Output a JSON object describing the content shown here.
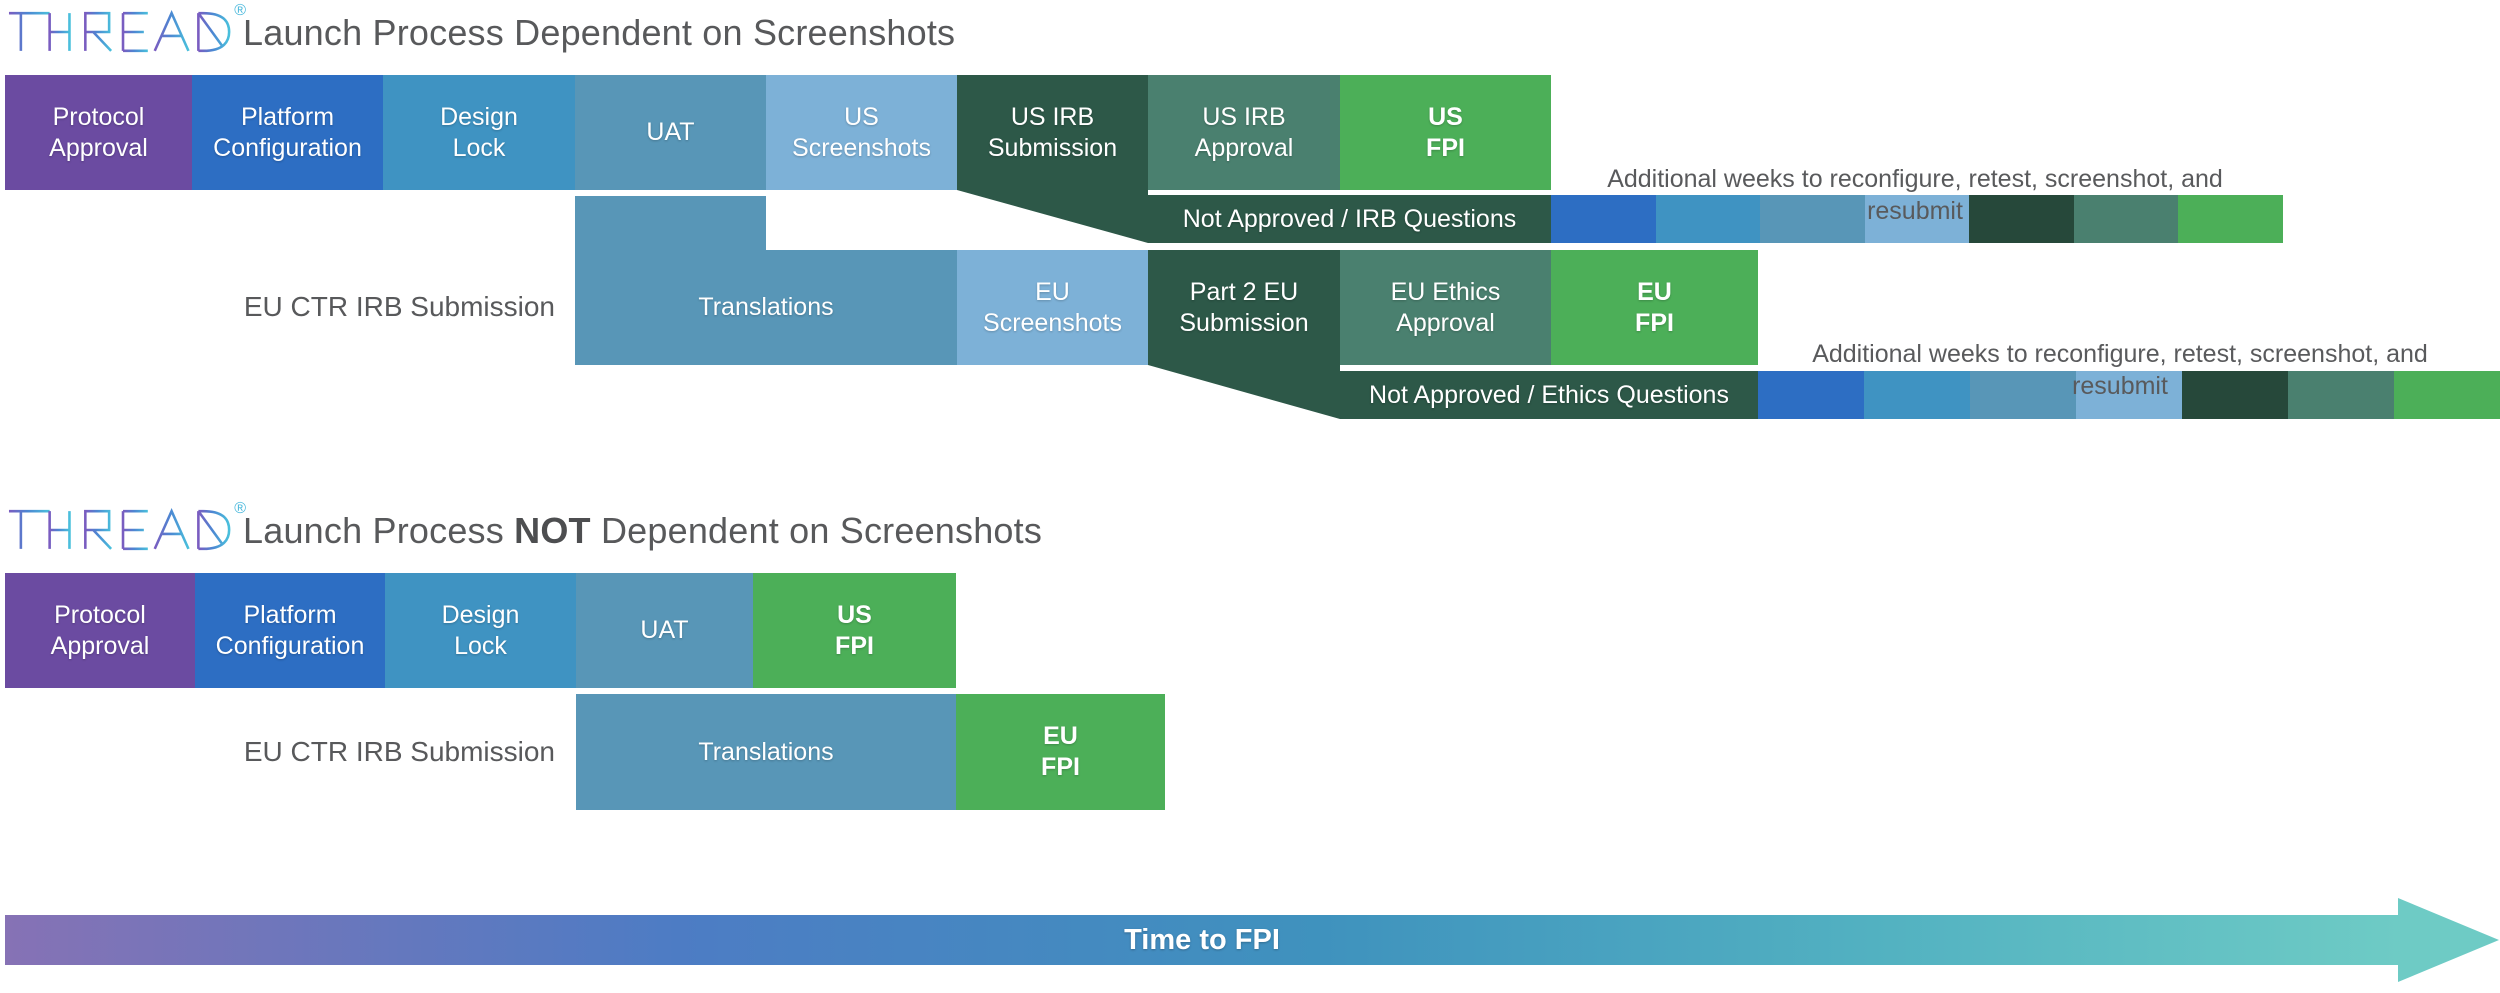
{
  "palette": {
    "purple": "#6b4ba1",
    "blue": "#2d6ec3",
    "teal": "#3f93c2",
    "slate_teal": "#5896b7",
    "light_blue": "#7db1d7",
    "dark_green": "#2d5848",
    "mini_dark_green": "#26483a",
    "sage_green": "#4a806f",
    "fpi_green": "#4caf58",
    "text_gray": "#58595b",
    "arrow_gradient_start": "#8672b5",
    "arrow_gradient_end": "#6ecbc5"
  },
  "logo": {
    "brand": "THREAD",
    "registered": "®"
  },
  "section1": {
    "title": "Launch Process Dependent on Screenshots",
    "row1": [
      {
        "label": "Protocol\nApproval",
        "color": "#6b4ba1"
      },
      {
        "label": "Platform\nConfiguration",
        "color": "#2d6ec3"
      },
      {
        "label": "Design\nLock",
        "color": "#3f93c2"
      },
      {
        "label": "UAT",
        "color": "#5896b7"
      },
      {
        "label": "US\nScreenshots",
        "color": "#7db1d7"
      },
      {
        "label": "US IRB\nSubmission",
        "color": "#2d5848"
      },
      {
        "label": "US IRB\nApproval",
        "color": "#4a806f"
      },
      {
        "label": "US\nFPI",
        "color": "#4caf58"
      }
    ],
    "eu_track_label": "EU CTR IRB Submission",
    "translations": {
      "label": "Translations",
      "color": "#5896b7"
    },
    "eu_screenshots": {
      "label": "EU\nScreenshots",
      "color": "#7db1d7"
    },
    "part2": {
      "label": "Part 2 EU\nSubmission",
      "color": "#2d5848"
    },
    "ethics_approval": {
      "label": "EU Ethics\nApproval",
      "color": "#4a806f"
    },
    "eu_fpi": {
      "label": "EU\nFPI",
      "color": "#4caf58"
    },
    "irb_bar_label": "Not Approved / IRB Questions",
    "ethics_bar_label": "Not Approved / Ethics Questions",
    "irb_note": {
      "line1": "Additional weeks to reconfigure, retest, screenshot, and",
      "line2": "resubmit"
    },
    "ethics_note": {
      "line1": "Additional weeks to reconfigure, retest, screenshot, and",
      "line2": "resubmit"
    },
    "mini_colors": [
      {
        "c": "#2d6ec3"
      },
      {
        "c": "#3f93c2"
      },
      {
        "c": "#5896b7"
      },
      {
        "c": "#7db1d7"
      },
      {
        "c": "#26483a"
      },
      {
        "c": "#4a806f"
      },
      {
        "c": "#4caf58"
      }
    ]
  },
  "section2": {
    "title_prefix": "Launch Process ",
    "title_emphasis": "NOT",
    "title_suffix": " Dependent on Screenshots",
    "row1": [
      {
        "label": "Protocol\nApproval",
        "color": "#6b4ba1"
      },
      {
        "label": "Platform\nConfiguration",
        "color": "#2d6ec3"
      },
      {
        "label": "Design\nLock",
        "color": "#3f93c2"
      },
      {
        "label": "UAT",
        "color": "#5896b7"
      },
      {
        "label": "US\nFPI",
        "color": "#4caf58"
      }
    ],
    "eu_track_label": "EU CTR IRB Submission",
    "translations": {
      "label": "Translations",
      "color": "#5896b7"
    },
    "eu_fpi": {
      "label": "EU\nFPI",
      "color": "#4caf58"
    }
  },
  "arrow": {
    "label": "Time to FPI"
  }
}
